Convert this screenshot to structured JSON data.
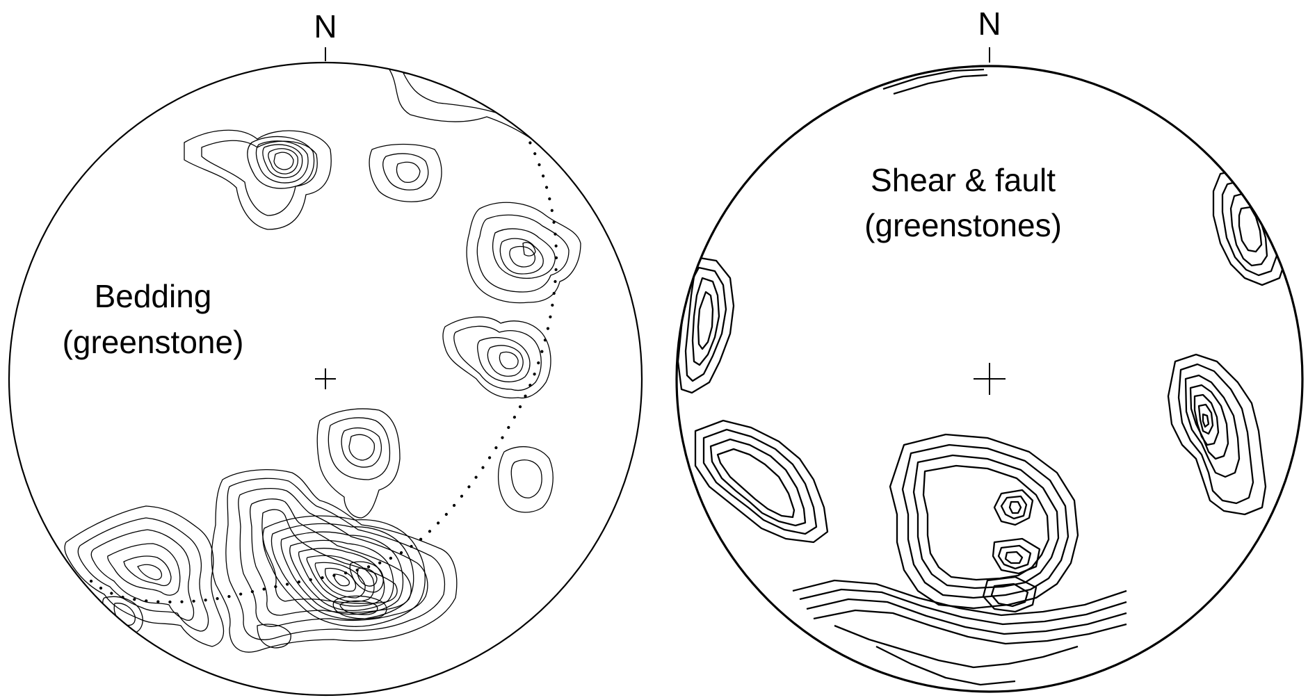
{
  "stereonets": [
    {
      "north_label": "N",
      "title_lines": [
        "Bedding",
        "(greenstone)"
      ],
      "great_circle_style": "dotted",
      "contour_style": "thin"
    },
    {
      "north_label": "N",
      "title_lines": [
        "Shear & fault",
        "(greenstones)"
      ],
      "contour_style": "stepped-thick"
    }
  ]
}
